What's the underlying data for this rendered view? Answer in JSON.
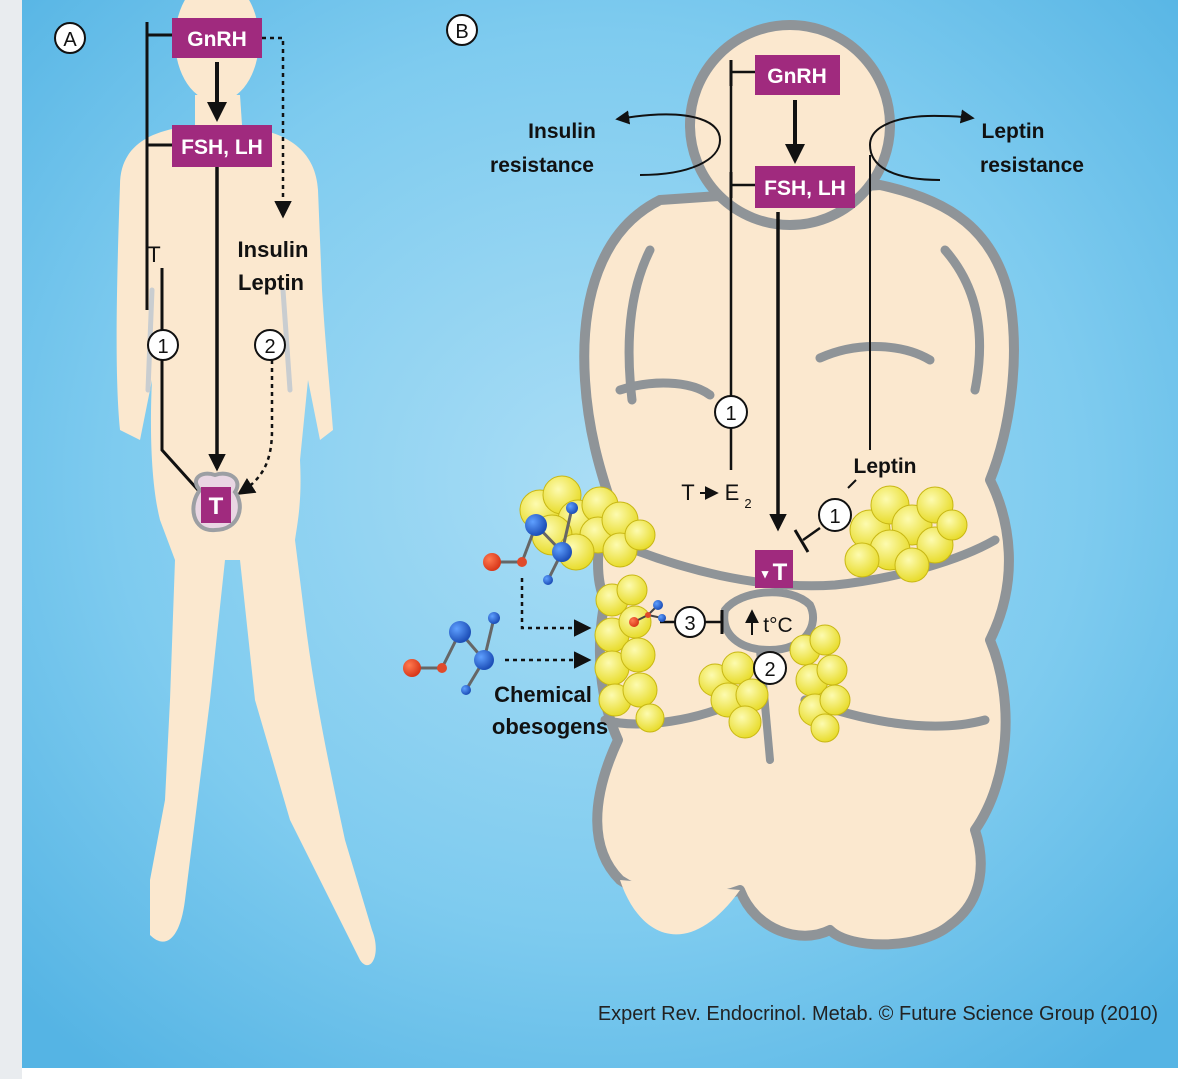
{
  "panel_a": {
    "letter": "A",
    "gnrh": "GnRH",
    "fsh_lh": "FSH, LH",
    "t_label": "T",
    "insulin": "Insulin",
    "leptin": "Leptin",
    "num_1": "1",
    "num_2": "2",
    "testis": "T"
  },
  "panel_b": {
    "letter": "B",
    "gnrh": "GnRH",
    "fsh_lh": "FSH, LH",
    "insulin_resistance_1": "Insulin",
    "insulin_resistance_2": "resistance",
    "leptin_resistance_1": "Leptin",
    "leptin_resistance_2": "resistance",
    "num_1_left": "1",
    "t_conv": "T",
    "e2": "E",
    "e2_sub": "2",
    "leptin": "Leptin",
    "num_1_right": "1",
    "testis": "T",
    "temp": "t°C",
    "num_2": "2",
    "num_3": "3",
    "chemical_1": "Chemical",
    "chemical_2": "obesogens"
  },
  "credit": "Expert Rev. Endocrinol. Metab. © Future Science Group (2010)",
  "colors": {
    "sky": "#7ecbef",
    "skin": "#fbe8cf",
    "outline": "#8f9498",
    "hormone_box": "#a02a7e",
    "fat": "#f3eb4a"
  }
}
